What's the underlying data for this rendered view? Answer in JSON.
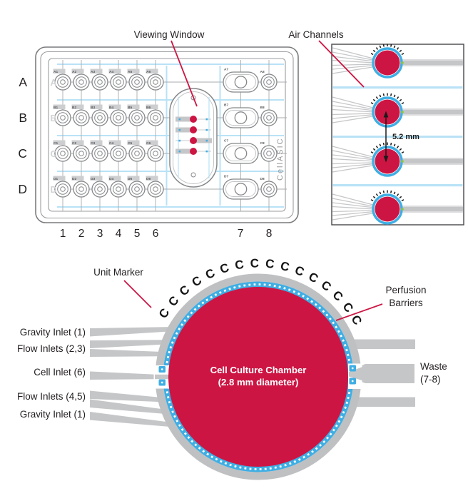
{
  "colors": {
    "red": "#CD1543",
    "blue": "#3FAEE3",
    "light_blue": "#B9E2F6",
    "channel_gray": "#C5C6C8",
    "ring_gray": "#BFC0C2",
    "text": "#231F20",
    "accent_green": "#8DC63F"
  },
  "plate": {
    "callout": "Viewing Window",
    "brand": "CellASIC",
    "row_labels": [
      "A",
      "B",
      "C",
      "D"
    ],
    "col_labels": [
      "1",
      "2",
      "3",
      "4",
      "5",
      "6",
      "7",
      "8"
    ],
    "wells_left": [
      "A1",
      "A2",
      "A3",
      "A4",
      "A5",
      "A6",
      "B1",
      "B2",
      "B3",
      "B4",
      "B5",
      "B6",
      "C1",
      "C2",
      "C3",
      "C4",
      "C5",
      "C6",
      "D1",
      "D2",
      "D3",
      "D4",
      "D5",
      "D6"
    ],
    "wells_col7": [
      "A7",
      "B7",
      "C7",
      "D7"
    ],
    "wells_col8": [
      "A8",
      "B8",
      "C8",
      "D8"
    ]
  },
  "air_channels": {
    "callout": "Air Channels",
    "dimension_label": "5.2 mm"
  },
  "unit": {
    "unit_marker_label": "Unit Marker",
    "perfusion_label_line1": "Perfusion",
    "perfusion_label_line2": "Barriers",
    "chamber_label_line1": "Cell Culture Chamber",
    "chamber_label_line2": "(2.8 mm diameter)",
    "inlet_labels": [
      "Gravity Inlet (1)",
      "Flow Inlets (2,3)",
      "Cell Inlet (6)",
      "Flow Inlets (4,5)",
      "Gravity Inlet (1)"
    ],
    "waste_label_line1": "Waste",
    "waste_label_line2": "(7-8)",
    "unit_markers": {
      "glyph": "C",
      "count": 16
    }
  }
}
